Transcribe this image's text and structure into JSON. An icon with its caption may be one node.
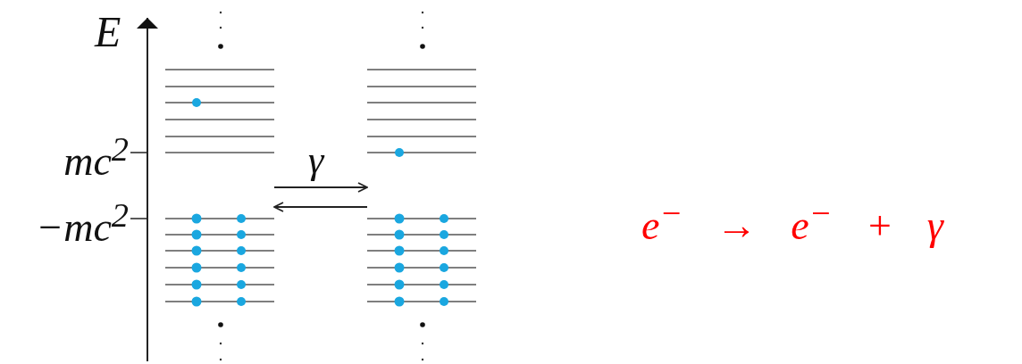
{
  "diagram": {
    "nodes": [
      {
        "text": [],
        "shape": "picture"
      },
      {
        "text": [],
        "shape": "picture"
      }
    ],
    "edges": [
      {
        "from": 0,
        "to": 1,
        "arrow": "to",
        "label": "γ"
      },
      {
        "from": 1,
        "to": 0,
        "arrow": "to"
      }
    ],
    "labels": [
      "E",
      "mc$^{2}$",
      "−mc$^{2}$",
      "e$^{−}$ → e$^{−}$ + γ"
    ]
  }
}
